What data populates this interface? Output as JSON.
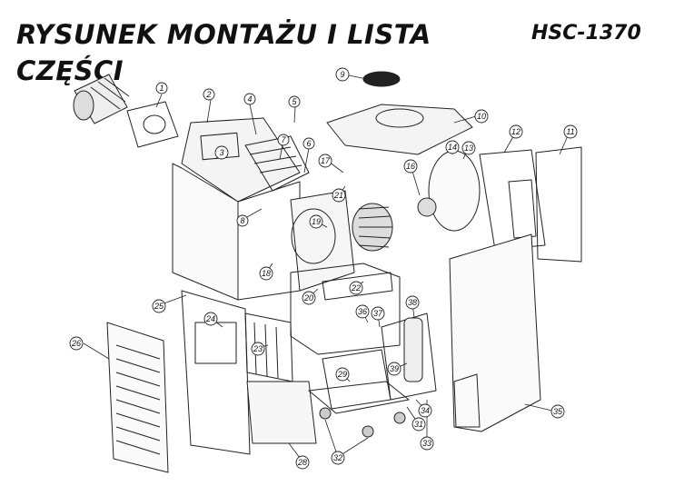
{
  "header": {
    "title": "RYSUNEK MONTAŻU I LISTA CZĘŚCI",
    "model": "HSC-1370"
  },
  "part_numbers": [
    "1",
    "2",
    "3",
    "4",
    "5",
    "6",
    "7",
    "8",
    "9",
    "10",
    "11",
    "12",
    "13",
    "14",
    "16",
    "17",
    "18",
    "19",
    "20",
    "21",
    "22",
    "23",
    "24",
    "25",
    "26",
    "28",
    "29",
    "31",
    "32",
    "33",
    "34",
    "35",
    "36",
    "37",
    "38",
    "39"
  ]
}
